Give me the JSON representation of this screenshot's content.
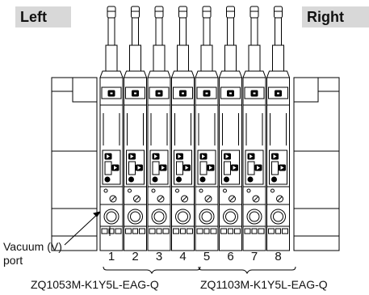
{
  "labels": {
    "left": "Left",
    "right": "Right",
    "vacuum_port_line1": "Vacuum (V)",
    "vacuum_port_line2": "port"
  },
  "stations": [
    "1",
    "2",
    "3",
    "4",
    "5",
    "6",
    "7",
    "8"
  ],
  "groups": [
    {
      "model": "ZQ1053M-K1Y5L-EAG-Q",
      "stations": [
        "1",
        "2",
        "3",
        "4"
      ]
    },
    {
      "model": "ZQ1103M-K1Y5L-EAG-Q",
      "stations": [
        "5",
        "6",
        "7",
        "8"
      ]
    }
  ],
  "colors": {
    "tag_background": "#d8d8d8",
    "line": "#000000",
    "body_fill": "#ffffff"
  },
  "icons": [
    "connector-icon",
    "indicator-icon",
    "vacuum-port-icon"
  ]
}
